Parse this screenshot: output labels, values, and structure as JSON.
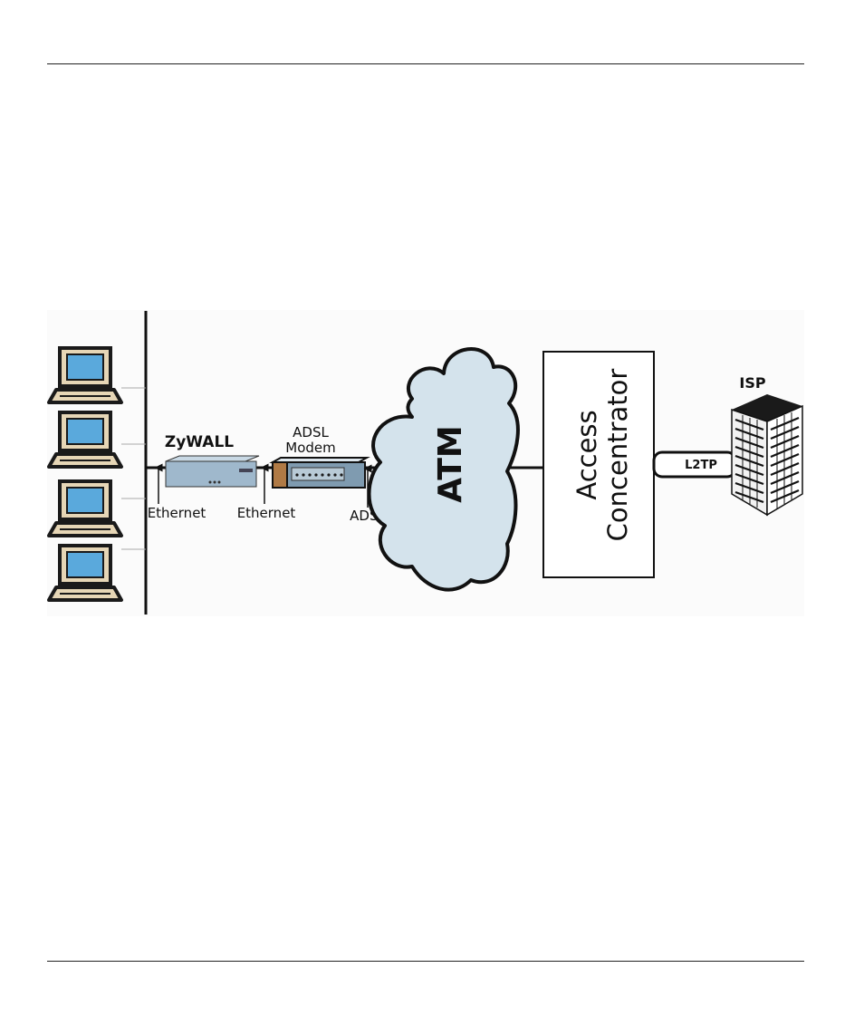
{
  "diagram": {
    "labels": {
      "zywall": "ZyWALL",
      "adsl_modem_line1": "ADSL",
      "adsl_modem_line2": "Modem",
      "ethernet_1": "Ethernet",
      "ethernet_2": "Ethernet",
      "adsl": "ADSL",
      "atm": "ATM",
      "access_line1": "Access",
      "access_line2": "Concentrator",
      "l2tp": "L2TP",
      "isp": "ISP"
    },
    "colors": {
      "background": "#fbfbfb",
      "cloud_fill": "#d4e3ec",
      "screen_blue": "#5aa9dc",
      "laptop_beige": "#e6d6b6",
      "router_blue": "#9fb8cc",
      "modem_brown": "#b07a45",
      "modem_blue": "#7f9bb0"
    },
    "icons": [
      "laptop-icon",
      "router-icon",
      "modem-icon",
      "cloud-icon",
      "building-icon"
    ]
  }
}
